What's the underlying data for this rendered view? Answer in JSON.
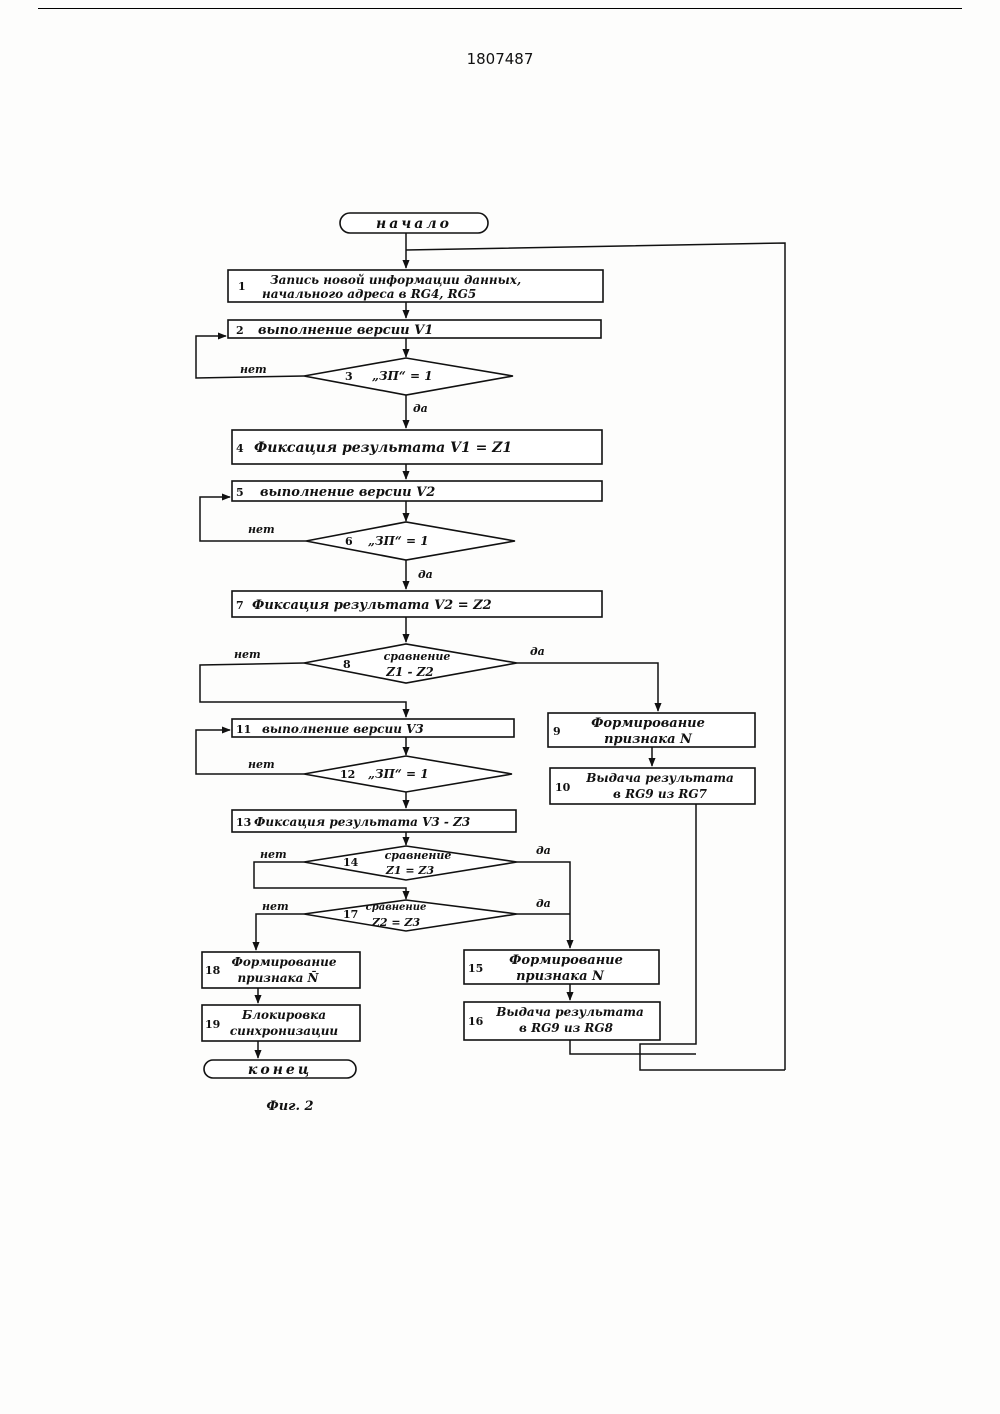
{
  "page": {
    "patent_number": "1807487"
  },
  "figure": {
    "caption": "Фиг. 2"
  },
  "terminals": {
    "start": "начало",
    "end": "конец"
  },
  "blocks": {
    "b1": {
      "num": "1",
      "line1": "Запись новой информации данных,",
      "line2": "начального адреса в RG4, RG5"
    },
    "b2": {
      "num": "2",
      "text": "выполнение версии V1"
    },
    "b4": {
      "num": "4",
      "text": "Фиксация результата V1 = Z1"
    },
    "b5": {
      "num": "5",
      "text": "выполнение версии V2"
    },
    "b7": {
      "num": "7",
      "text": "Фиксация результата V2 = Z2"
    },
    "b9": {
      "num": "9",
      "line1": "Формирование",
      "line2": "признака N"
    },
    "b10": {
      "num": "10",
      "line1": "Выдача результата",
      "line2": "в RG9 из RG7"
    },
    "b11": {
      "num": "11",
      "text": "выполнение версии V3"
    },
    "b13": {
      "num": "13",
      "text": "Фиксация результата V3 - Z3"
    },
    "b15": {
      "num": "15",
      "line1": "Формирование",
      "line2": "признака N"
    },
    "b16": {
      "num": "16",
      "line1": "Выдача результата",
      "line2": "в RG9 из RG8"
    },
    "b18": {
      "num": "18",
      "line1": "Формирование",
      "line2": "признака N̄"
    },
    "b19": {
      "num": "19",
      "line1": "Блокировка",
      "line2": "синхронизации"
    }
  },
  "decisions": {
    "d3": {
      "num": "3",
      "text": "„ЗП“ = 1"
    },
    "d6": {
      "num": "6",
      "text": "„ЗП“ = 1"
    },
    "d8": {
      "num": "8",
      "line1": "сравнение",
      "line2": "Z1 - Z2"
    },
    "d12": {
      "num": "12",
      "text": "„ЗП“ = 1"
    },
    "d14": {
      "num": "14",
      "line1": "сравнение",
      "line2": "Z1 = Z3"
    },
    "d17": {
      "num": "17",
      "line1": "сравнение",
      "line2": "Z2 = Z3"
    }
  },
  "labels": {
    "no": "нет",
    "yes": "да"
  }
}
